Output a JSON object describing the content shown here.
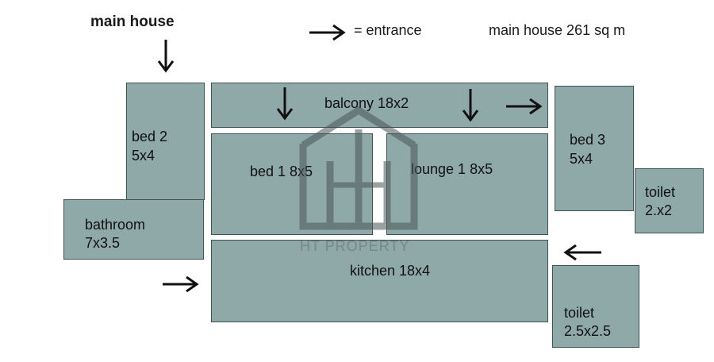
{
  "header": {
    "title": "main house",
    "legend_text": "= entrance",
    "area_text": "main  house  261 sq m"
  },
  "rooms": {
    "bed2": {
      "name": "bed 2",
      "size": "5x4"
    },
    "balcony": {
      "name": "balcony 18x2"
    },
    "bed3": {
      "name": "bed 3",
      "size": "5x4"
    },
    "bed1": {
      "name": "bed 1 8x5"
    },
    "lounge1": {
      "name": "lounge 1 8x5"
    },
    "toilet_small": {
      "name": "toilet",
      "size": "2.x2"
    },
    "bathroom": {
      "name": "bathroom",
      "size": "7x3.5"
    },
    "kitchen": {
      "name": "kitchen 18x4"
    },
    "toilet_large": {
      "name": "toilet",
      "size": "2.5x2.5"
    }
  },
  "watermark": {
    "text": "HT PROPERTY"
  },
  "colors": {
    "room_fill": "#8fa8a8",
    "room_border": "#3e5252",
    "arrow": "#111111"
  },
  "icons": [
    "arrow-right-icon",
    "arrow-down-icon",
    "arrow-left-icon",
    "house-logo-icon"
  ]
}
